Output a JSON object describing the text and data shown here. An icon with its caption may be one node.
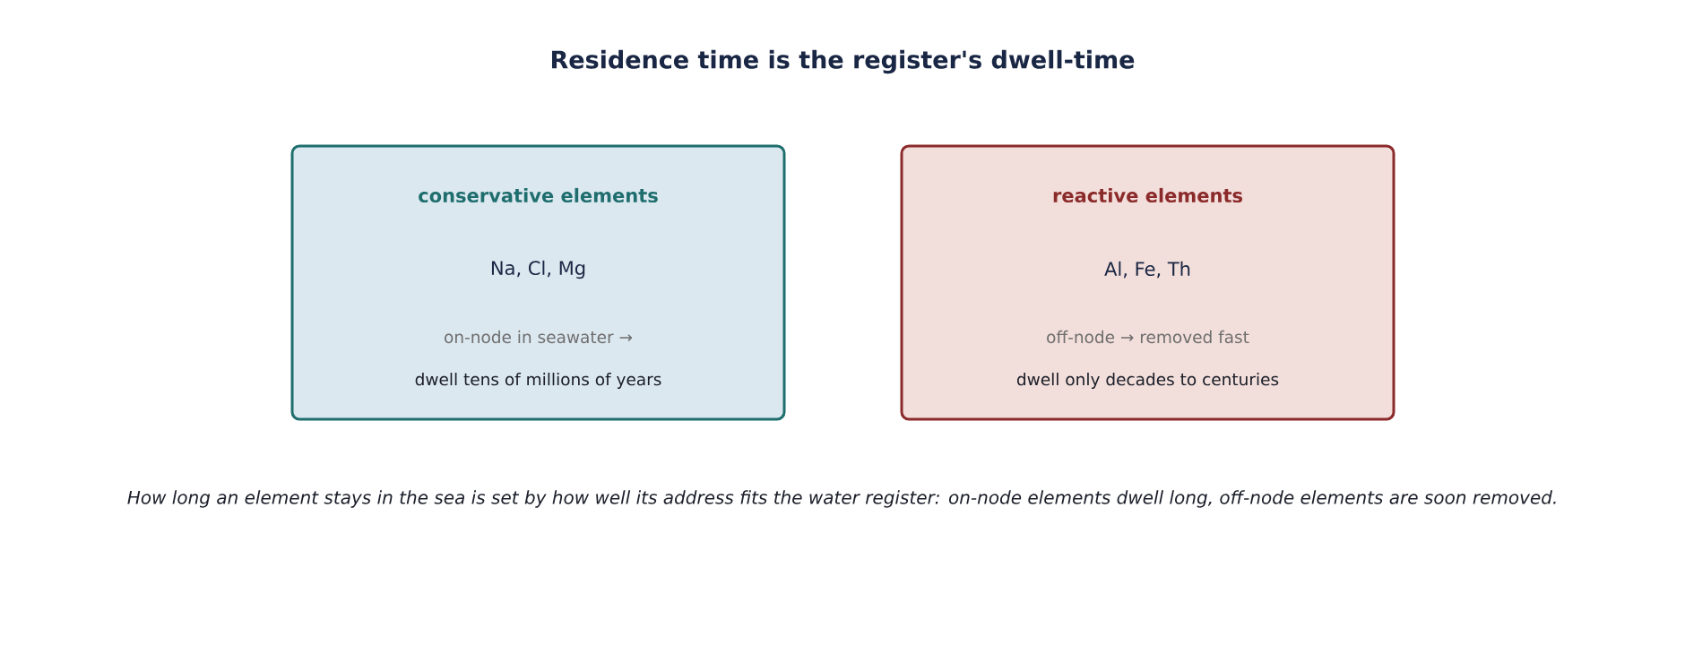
{
  "diagram": {
    "title": "Residence time is the register's dwell-time",
    "caption": "How long an element stays in the sea is set by how well its address fits the water register: on-node elements dwell long, off-node elements are soon removed.",
    "nodes": [
      {
        "text": [
          "conservative elements",
          "Na, Cl, Mg",
          "on-node in seawater →",
          "dwell tens of millions of years"
        ]
      },
      {
        "text": [
          "reactive elements",
          "Al, Fe, Th",
          "off-node → removed fast",
          "dwell only decades to centuries"
        ]
      }
    ]
  }
}
